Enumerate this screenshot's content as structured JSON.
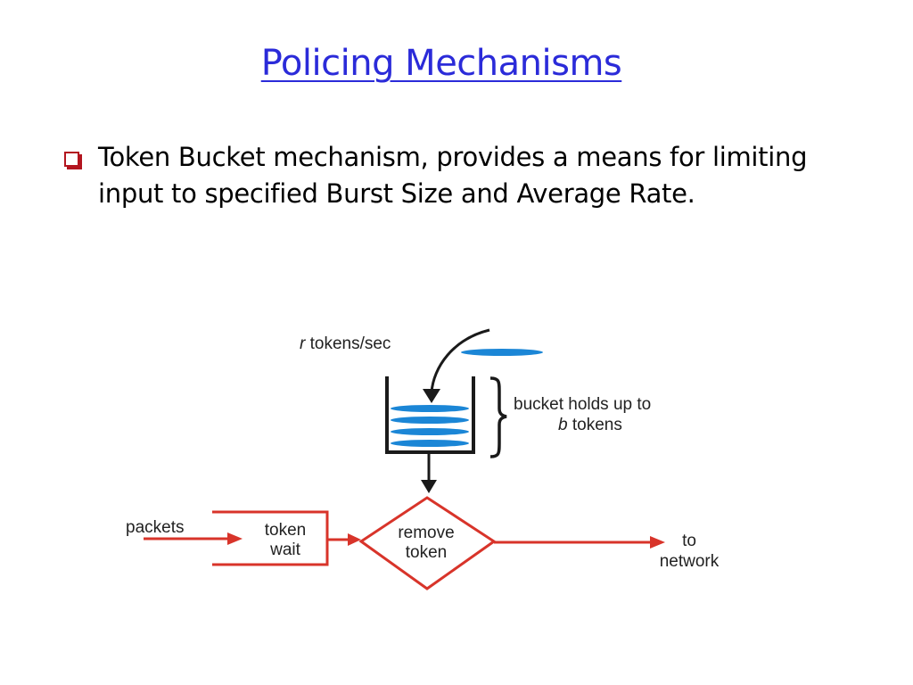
{
  "slide": {
    "title": "Policing Mechanisms",
    "bullet": "Token Bucket mechanism, provides a means for limiting input to specified Burst Size and Average Rate."
  },
  "diagram": {
    "rate_var": "r",
    "rate_label": " tokens/sec",
    "bucket_label_line1": "bucket holds up to",
    "bucket_var": "b",
    "bucket_label_line2": " tokens",
    "packets_label": "packets",
    "wait_line1": "token",
    "wait_line2": "wait",
    "remove_line1": "remove",
    "remove_line2": "token",
    "network_line1": "to",
    "network_line2": "network",
    "colors": {
      "token": "#1b86d6",
      "flow": "#d8342a",
      "bucket": "#1a1a1a",
      "title": "#2b2bd9",
      "bullet_marker": "#b3151f"
    }
  }
}
